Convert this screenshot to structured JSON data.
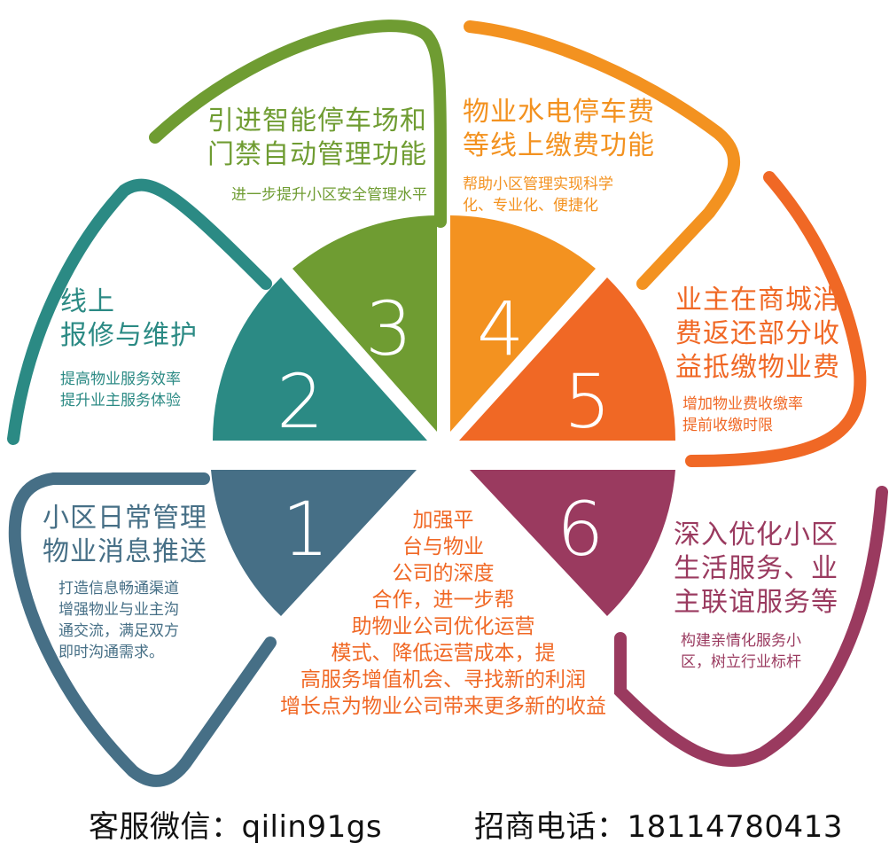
{
  "colors": {
    "segment_1": "#466f86",
    "segment_2": "#2b8a84",
    "segment_3": "#6f9c32",
    "segment_4": "#f39220",
    "segment_5": "#f06825",
    "segment_6": "#9a3a5f",
    "center_text": "#f06825"
  },
  "segments": [
    {
      "number": "1",
      "title_lines": [
        "小区日常管理",
        "物业消息推送"
      ],
      "sub_lines": [
        "打造信息畅通渠道",
        "增强物业与业主沟",
        "通交流，满足双方",
        "即时沟通需求。"
      ]
    },
    {
      "number": "2",
      "title_lines": [
        "线上",
        "报修与维护"
      ],
      "sub_lines": [
        "提高物业服务效率",
        "提升业主服务体验"
      ]
    },
    {
      "number": "3",
      "title_lines": [
        "引进智能停车场和",
        "门禁自动管理功能"
      ],
      "sub_lines": [
        "进一步提升小区安全管理水平"
      ]
    },
    {
      "number": "4",
      "title_lines": [
        "物业水电停车费",
        "等线上缴费功能"
      ],
      "sub_lines": [
        "帮助小区管理实现科学",
        "化、专业化、便捷化"
      ]
    },
    {
      "number": "5",
      "title_lines": [
        "业主在商城消",
        "费返还部分收",
        "益抵缴物业费"
      ],
      "sub_lines": [
        "增加物业费收缴率",
        "提前收缴时限"
      ]
    },
    {
      "number": "6",
      "title_lines": [
        "深入优化小区",
        "生活服务、业",
        "主联谊服务等"
      ],
      "sub_lines": [
        "构建亲情化服务小",
        "区，树立行业标杆"
      ]
    }
  ],
  "center": {
    "lines": [
      "加强平",
      "台与物业",
      "公司的深度",
      "合作，进一步帮",
      "助物业公司优化运营",
      "模式、降低运营成本，提",
      "高服务增值机会、寻找新的利润",
      "增长点为物业公司带来更多新的收益"
    ]
  },
  "footer": {
    "wechat": "客服微信：qilin91gs",
    "phone": "招商电话：18114780413"
  }
}
